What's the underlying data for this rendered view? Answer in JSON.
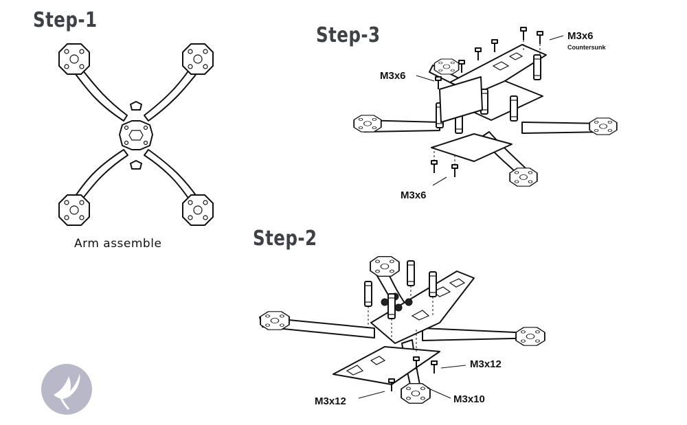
{
  "step1": {
    "title": "Step-1",
    "caption": "Arm assemble"
  },
  "step2": {
    "title": "Step-2",
    "screw_top_right": "M3x12",
    "screw_bottom_left": "M3x12",
    "screw_bottom_right": "M3x10"
  },
  "step3": {
    "title": "Step-3",
    "screw_top": "M3x6",
    "screw_top_note": "Countersunk",
    "screw_left": "M3x6",
    "screw_bottom": "M3x6"
  },
  "logo": {
    "icon": "bird-logo-icon"
  }
}
